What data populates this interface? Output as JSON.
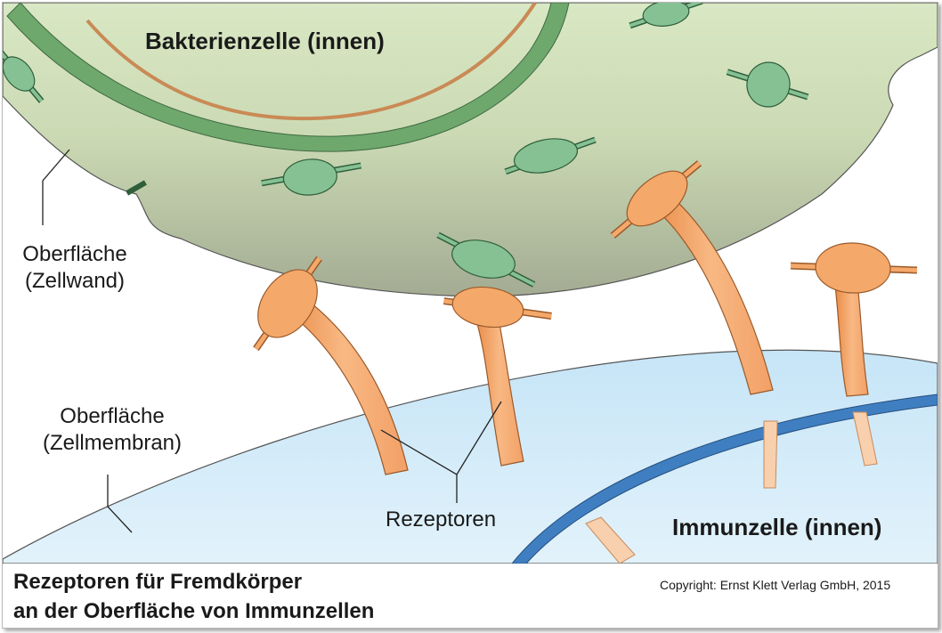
{
  "labels": {
    "bacteria_inner": "Bakterienzelle (innen)",
    "surface_wall_line1": "Oberfläche",
    "surface_wall_line2": "(Zellwand)",
    "surface_membrane_line1": "Oberfläche",
    "surface_membrane_line2": "(Zellmembran)",
    "receptors": "Rezeptoren",
    "immune_inner": "Immunzelle (innen)"
  },
  "caption": {
    "line1": "Rezeptoren für Fremdkörper",
    "line2": "an der Oberfläche von Immunzellen"
  },
  "copyright": "Copyright: Ernst Klett Verlag GmbH, 2015",
  "colors": {
    "bacteria_fill_top": "#d9e8c4",
    "bacteria_fill_bottom": "#a3ab92",
    "bacteria_membrane": "#6fa86d",
    "bacteria_membrane_accent": "#c98a55",
    "bacteria_protein": "#86c193",
    "immune_fill": "#d9eef9",
    "immune_membrane": "#3f7fc1",
    "receptor": "#f4a86a",
    "receptor_light": "#f9d0ad"
  }
}
